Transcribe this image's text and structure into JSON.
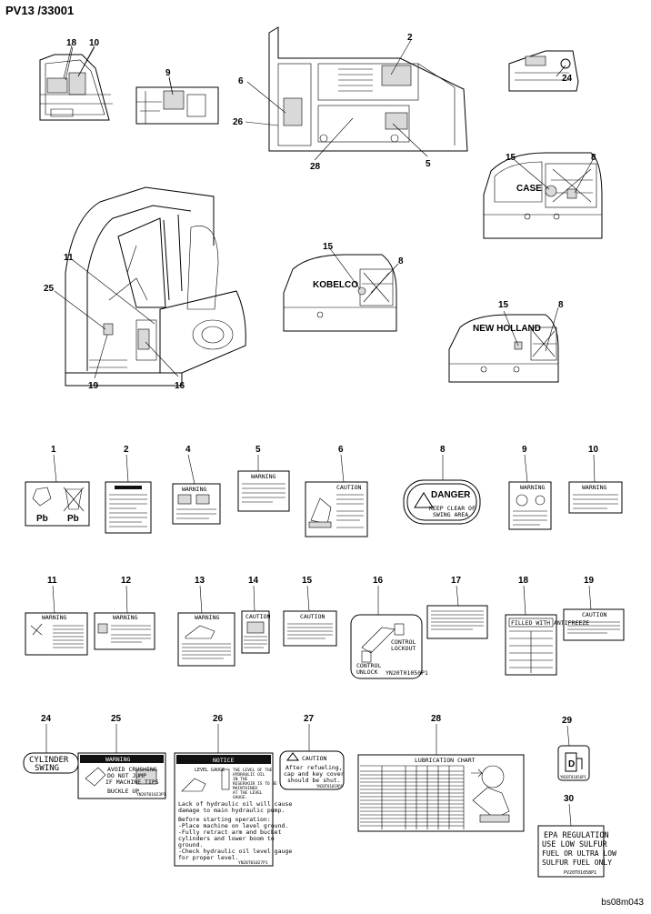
{
  "header": {
    "title": "PV13 /33001"
  },
  "footer": {
    "code": "bs08m043"
  },
  "callouts": [
    "18",
    "10",
    "9",
    "2",
    "6",
    "26",
    "28",
    "5",
    "24",
    "15",
    "8",
    "11",
    "25",
    "19",
    "16",
    "15",
    "8",
    "15",
    "8"
  ],
  "decals": {
    "d1": {
      "number": "1",
      "texts": [
        "Pb",
        "Pb"
      ]
    },
    "d2": {
      "number": "2"
    },
    "d4": {
      "number": "4",
      "texts": [
        "WARNING"
      ]
    },
    "d5": {
      "number": "5",
      "texts": [
        "WARNING"
      ]
    },
    "d6": {
      "number": "6",
      "texts": [
        "CAUTION"
      ]
    },
    "d8": {
      "number": "8",
      "texts": [
        "DANGER",
        "KEEP CLEAR OF",
        "SWING  AREA"
      ]
    },
    "d9": {
      "number": "9",
      "texts": [
        "WARNING"
      ]
    },
    "d10": {
      "number": "10",
      "texts": [
        "WARNING"
      ]
    },
    "d11": {
      "number": "11",
      "texts": [
        "WARNING"
      ]
    },
    "d12": {
      "number": "12",
      "texts": [
        "WARNING"
      ]
    },
    "d13": {
      "number": "13",
      "texts": [
        "WARNING"
      ]
    },
    "d14": {
      "number": "14",
      "texts": [
        "CAUTION"
      ]
    },
    "d15": {
      "number": "15",
      "texts": [
        "CAUTION"
      ]
    },
    "d16": {
      "number": "16",
      "texts": [
        "CONTROL",
        "LOCKOUT",
        "CONTROL",
        "UNLOCK",
        "YN20T01050P1"
      ]
    },
    "d17": {
      "number": "17"
    },
    "d18": {
      "number": "18",
      "texts": [
        "FILLED WITH ANTIFREEZE"
      ]
    },
    "d19": {
      "number": "19",
      "texts": [
        "CAUTION"
      ]
    },
    "d24": {
      "number": "24",
      "texts": [
        "CYLINDER",
        "SWING"
      ]
    },
    "d25": {
      "number": "25",
      "texts": [
        "WARNING",
        "AVOID CRUSHING",
        "DO NOT JUMP",
        "IF MACHINE TIPS",
        "BUCKLE UP",
        "YN20T01023P1"
      ]
    },
    "d26": {
      "number": "26",
      "texts": [
        "NOTICE",
        "LEVEL GAUGE",
        "THE LEVEL OF THE",
        "HYDRAULIC OIL",
        "IN THE",
        "RESERVOIR IS TO BE",
        "MAINTAINED",
        "AT THE LEVEL",
        "GAUGE.",
        "Lack of hydraulic oil will cause",
        "damage to main hydraulic pump.",
        "Before starting operation:",
        "-Place machine on level ground.",
        "-Fully retract arm and bucket",
        " cylinders and lower boom to",
        " ground.",
        "-Check hydraulic oil level gauge",
        " for proper level.",
        "YN20T01027P1"
      ]
    },
    "d27": {
      "number": "27",
      "texts": [
        "CAUTION",
        "After refueling,",
        "cap and key cover",
        "should be shut.",
        "YN20T01019P1"
      ]
    },
    "d28": {
      "number": "28",
      "texts": [
        "LUBRICATION CHART"
      ]
    },
    "d29": {
      "number": "29",
      "texts": [
        "D",
        "YN20T01056P1"
      ]
    },
    "d30": {
      "number": "30",
      "texts": [
        "EPA REGULATION",
        "USE LOW SULFUR",
        "FUEL OR ULTRA LOW",
        "SULFUR FUEL ONLY",
        "PV20T01058P1"
      ]
    }
  }
}
